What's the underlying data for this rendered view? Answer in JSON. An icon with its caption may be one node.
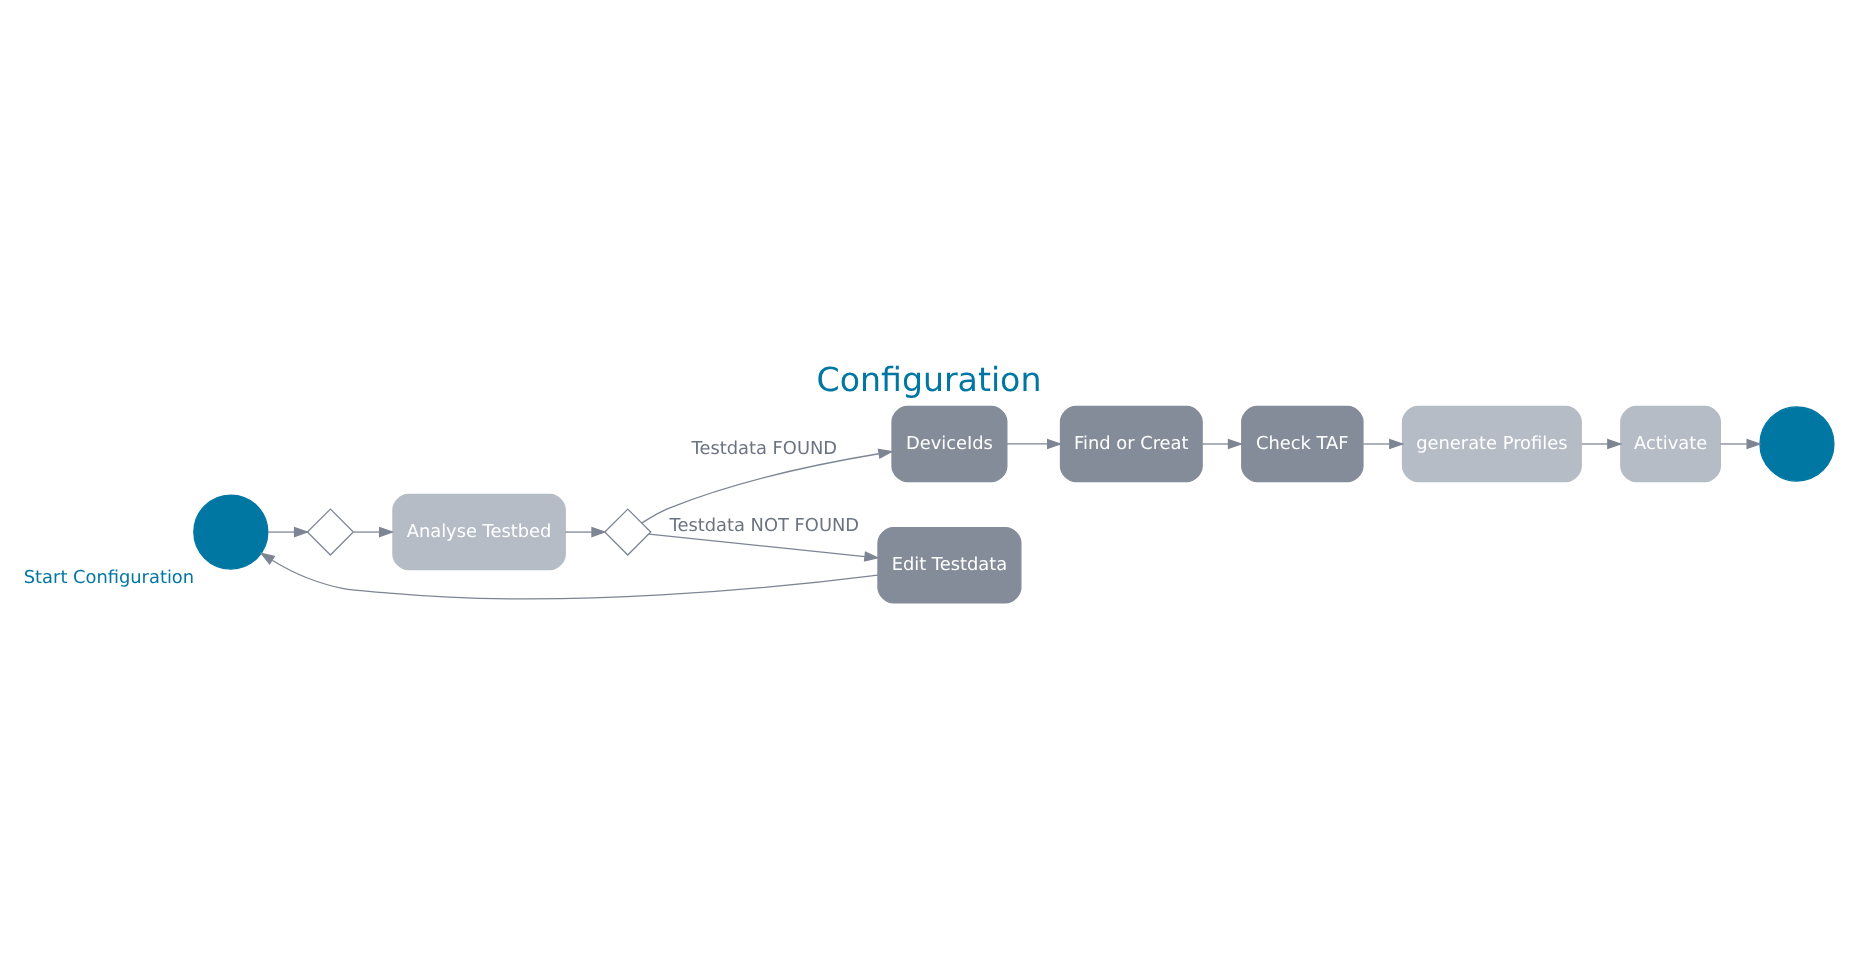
{
  "diagram": {
    "title": "Configuration",
    "nodes": [
      {
        "text": [
          "Start Configuration"
        ]
      },
      {
        "text": [],
        "shape": "diamond"
      },
      {
        "text": [
          "Analyse Testbed"
        ]
      },
      {
        "text": [],
        "shape": "diamond"
      },
      {
        "text": [
          "DeviceIds"
        ]
      },
      {
        "text": [
          "Find or Creat"
        ]
      },
      {
        "text": [
          "Check TAF"
        ]
      },
      {
        "text": [
          "generate Profiles"
        ]
      },
      {
        "text": [
          "Activate"
        ]
      },
      {
        "text": [],
        "shape": "circle"
      },
      {
        "text": [
          "Edit Testdata"
        ]
      }
    ],
    "edges": [
      {
        "from": 0,
        "to": 1,
        "arrow": "to"
      },
      {
        "from": 1,
        "to": 2,
        "arrow": "to"
      },
      {
        "from": 2,
        "to": 3,
        "arrow": "to"
      },
      {
        "from": 3,
        "to": 4,
        "arrow": "to",
        "label": "Testdata FOUND"
      },
      {
        "from": 4,
        "to": 5,
        "arrow": "to"
      },
      {
        "from": 5,
        "to": 6,
        "arrow": "to"
      },
      {
        "from": 6,
        "to": 7,
        "arrow": "to"
      },
      {
        "from": 7,
        "to": 8,
        "arrow": "to"
      },
      {
        "from": 8,
        "to": 9,
        "arrow": "to"
      },
      {
        "from": 3,
        "to": 10,
        "arrow": "to",
        "label": "Testdata NOT FOUND"
      },
      {
        "from": 10,
        "to": 0,
        "arrow": "to"
      }
    ]
  }
}
